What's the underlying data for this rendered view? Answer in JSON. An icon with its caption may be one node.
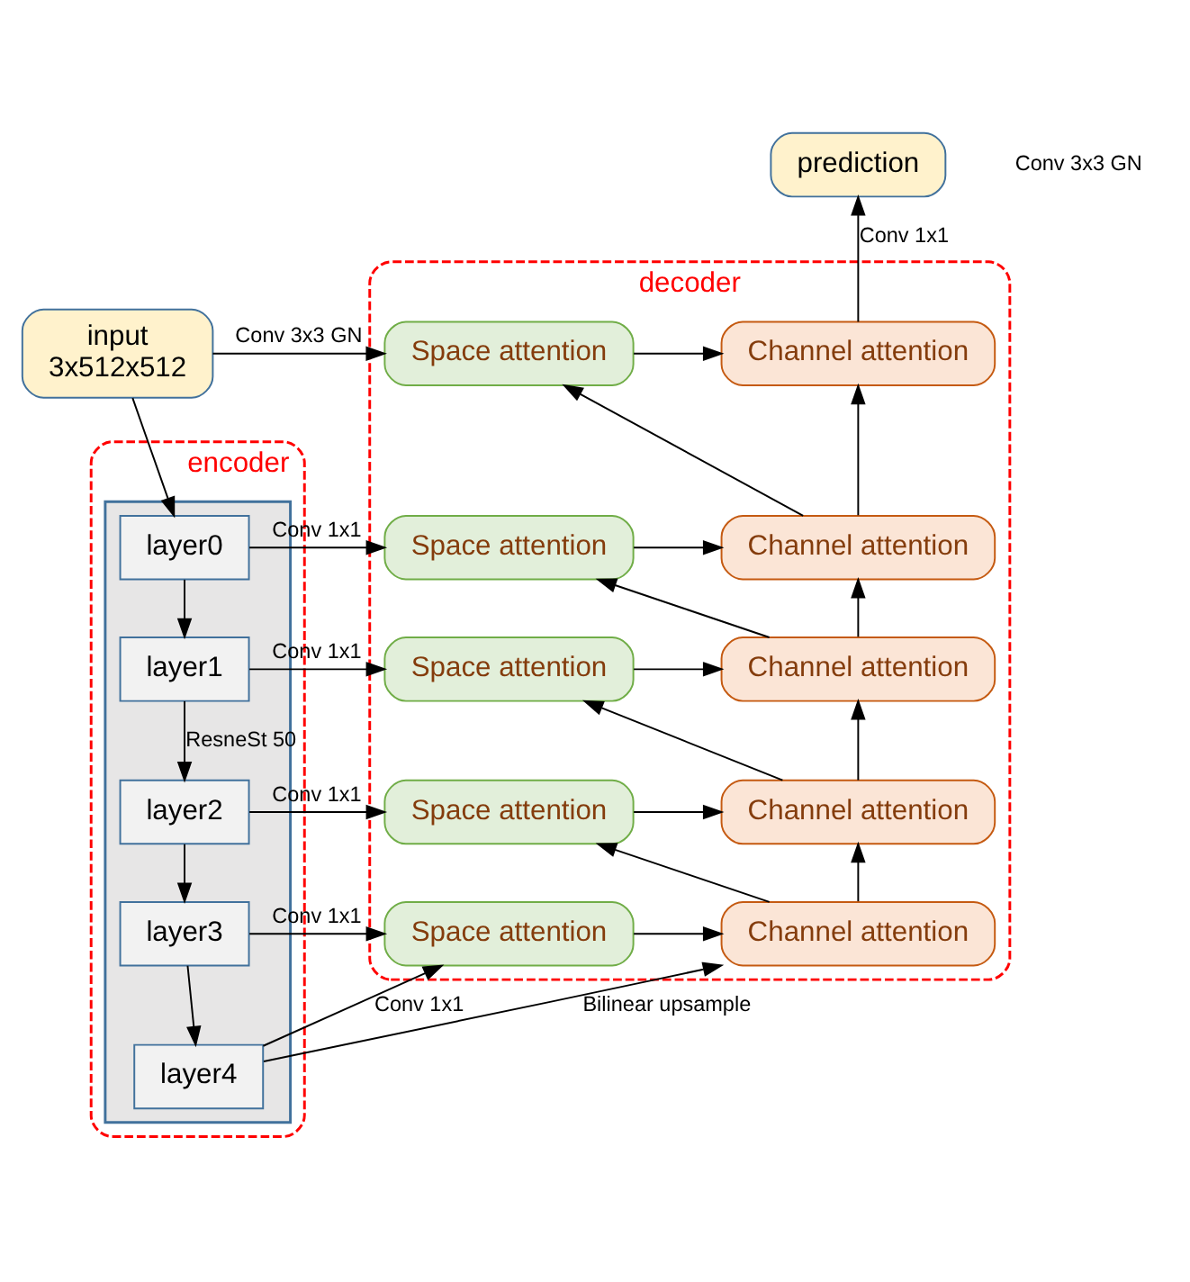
{
  "diagram": {
    "nodes": [
      {
        "text": [
          "input",
          "3x512x512"
        ]
      },
      {
        "text": [
          "prediction"
        ]
      },
      {
        "text": [
          "encoder"
        ]
      },
      {
        "text": [],
        "shape": "box",
        "in": 2
      },
      {
        "text": [
          "layer0"
        ],
        "in": 3
      },
      {
        "text": [
          "layer1"
        ],
        "in": 3
      },
      {
        "text": [
          "layer2"
        ],
        "in": 3
      },
      {
        "text": [
          "layer3"
        ],
        "in": 3
      },
      {
        "text": [
          "layer4"
        ],
        "in": 3
      },
      {
        "text": [
          "decoder"
        ]
      },
      {
        "text": [
          "Space attention"
        ],
        "in": 9
      },
      {
        "text": [
          "Channel attention"
        ],
        "in": 9
      },
      {
        "text": [
          "Space attention"
        ],
        "in": 9
      },
      {
        "text": [
          "Channel attention"
        ],
        "in": 9
      },
      {
        "text": [
          "Space attention"
        ],
        "in": 9
      },
      {
        "text": [
          "Channel attention"
        ],
        "in": 9
      },
      {
        "text": [
          "Space attention"
        ],
        "in": 9
      },
      {
        "text": [
          "Channel attention"
        ],
        "in": 9
      },
      {
        "text": [
          "Space attention"
        ],
        "in": 9
      },
      {
        "text": [
          "Channel attention"
        ],
        "in": 9
      }
    ],
    "edges": [
      {
        "from": 0,
        "to": 10,
        "arrow": "to",
        "label": "Conv 3x3 GN"
      },
      {
        "from": 0,
        "to": 4,
        "arrow": "to"
      },
      {
        "from": 4,
        "to": 5,
        "arrow": "to"
      },
      {
        "from": 5,
        "to": 6,
        "arrow": "to",
        "label": "ResneSt 50"
      },
      {
        "from": 6,
        "to": 7,
        "arrow": "to"
      },
      {
        "from": 7,
        "to": 8,
        "arrow": "to"
      },
      {
        "from": 4,
        "to": 12,
        "arrow": "to",
        "label": "Conv 1x1"
      },
      {
        "from": 5,
        "to": 14,
        "arrow": "to",
        "label": "Conv 1x1"
      },
      {
        "from": 6,
        "to": 16,
        "arrow": "to",
        "label": "Conv 1x1"
      },
      {
        "from": 7,
        "to": 18,
        "arrow": "to",
        "label": "Conv 1x1"
      },
      {
        "from": 8,
        "to": 18,
        "arrow": "to",
        "label": "Conv 1x1"
      },
      {
        "from": 8,
        "to": 19,
        "arrow": "to",
        "label": "Bilinear upsample"
      },
      {
        "from": 10,
        "to": 11,
        "arrow": "to"
      },
      {
        "from": 12,
        "to": 13,
        "arrow": "to"
      },
      {
        "from": 14,
        "to": 15,
        "arrow": "to"
      },
      {
        "from": 16,
        "to": 17,
        "arrow": "to"
      },
      {
        "from": 18,
        "to": 19,
        "arrow": "to"
      },
      {
        "from": 19,
        "to": 16,
        "arrow": "to"
      },
      {
        "from": 19,
        "to": 17,
        "arrow": "to"
      },
      {
        "from": 17,
        "to": 14,
        "arrow": "to"
      },
      {
        "from": 17,
        "to": 15,
        "arrow": "to"
      },
      {
        "from": 15,
        "to": 12,
        "arrow": "to"
      },
      {
        "from": 15,
        "to": 13,
        "arrow": "to"
      },
      {
        "from": 13,
        "to": 10,
        "arrow": "to"
      },
      {
        "from": 13,
        "to": 11,
        "arrow": "to"
      },
      {
        "from": 11,
        "to": 1,
        "arrow": "to",
        "label": "Conv 1x1"
      }
    ],
    "labels": [
      "Conv 3x3 GN"
    ]
  }
}
